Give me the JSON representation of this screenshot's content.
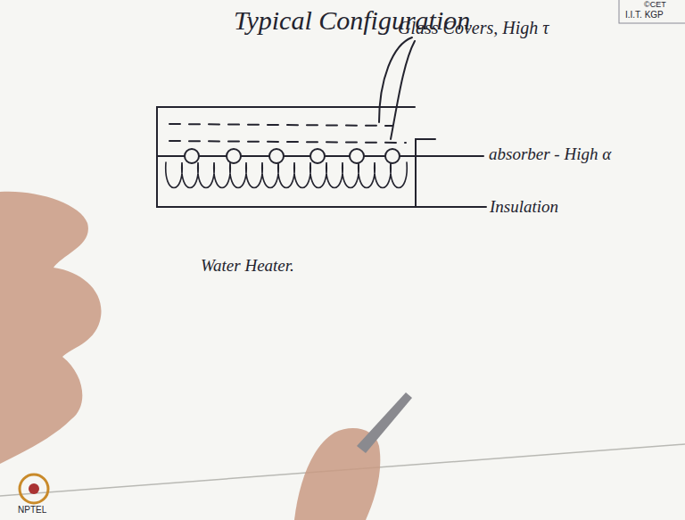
{
  "diagram": {
    "title": "Typical Configuration",
    "labels": [
      "Glass Covers, High τ",
      "absorber - High α",
      "Insulation",
      "Water Heater.",
      "©CET",
      "I.I.T. KGP",
      "NPTEL"
    ]
  }
}
